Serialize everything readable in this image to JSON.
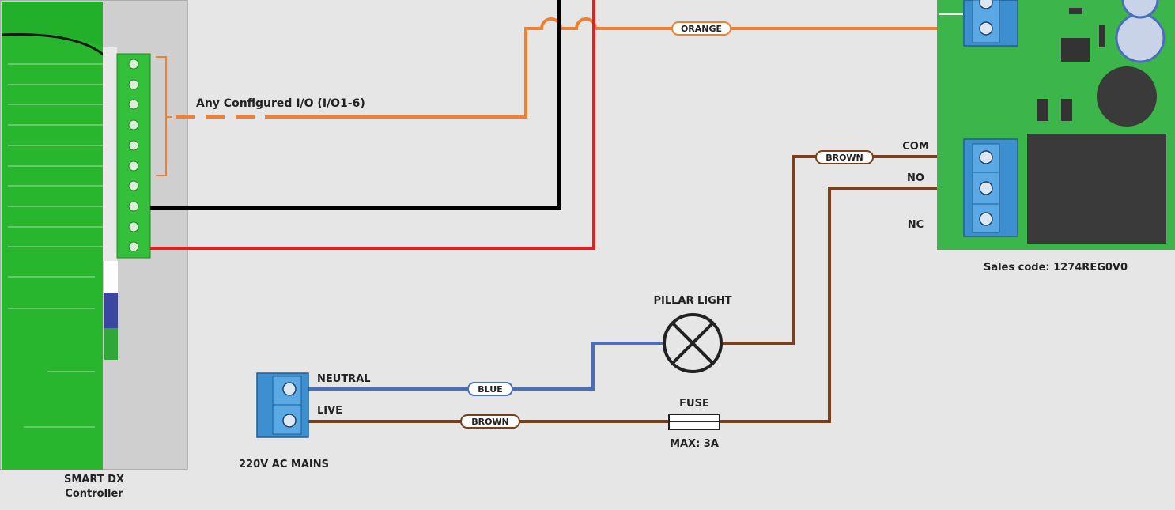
{
  "controller": {
    "title_line1": "SMART DX",
    "title_line2": "Controller",
    "io_note": "Any Configured I/O (I/O1-6)"
  },
  "relay_board": {
    "sales_code": "Sales code: 1274REG0V0",
    "terminals": {
      "com": "COM",
      "no": "NO",
      "nc": "NC"
    }
  },
  "mains": {
    "title": "220V AC MAINS",
    "neutral": "NEUTRAL",
    "live": "LIVE"
  },
  "load": {
    "title": "PILLAR LIGHT"
  },
  "fuse": {
    "title": "FUSE",
    "rating": "MAX: 3A"
  },
  "wires": {
    "orange": "ORANGE",
    "brown_top": "BROWN",
    "blue": "BLUE",
    "brown_bottom": "BROWN"
  },
  "colors": {
    "orange": "#f08030",
    "brown": "#7b3f1d",
    "blue": "#4a6fb8",
    "red": "#e02020",
    "black": "#000000",
    "pcb_green": "#3cb54a",
    "controller_green": "#22b02a",
    "terminal_blue": "#3d8fd0"
  }
}
